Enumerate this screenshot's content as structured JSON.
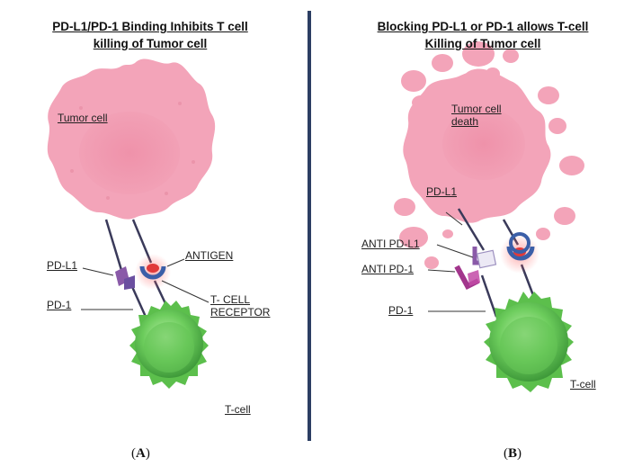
{
  "panel_a": {
    "title_line1": "PD-L1/PD-1 Binding Inhibits T cell",
    "title_line2": "killing of Tumor cell",
    "tumor_label": "Tumor cell",
    "pdl1_label": "PD-L1",
    "pd1_label": "PD-1",
    "antigen_label": "ANTIGEN",
    "tcr_label_line1": "T- CELL",
    "tcr_label_line2": "RECEPTOR",
    "tcell_label": "T-cell",
    "panel_letter": "A"
  },
  "panel_b": {
    "title_line1": "Blocking PD-L1 or PD-1 allows T-cell",
    "title_line2": "Killing of Tumor cell",
    "tumor_label_line1": "Tumor cell",
    "tumor_label_line2": "death",
    "pdl1_label": "PD-L1",
    "anti_pdl1_label": "ANTI PD-L1",
    "anti_pd1_label": "ANTI PD-1",
    "pd1_label": "PD-1",
    "tcell_label": "T-cell",
    "panel_letter": "B"
  },
  "colors": {
    "tumor": "#f3a4b9",
    "tumor_nucleus": "#ea8aa3",
    "tcell": "#6ccc5c",
    "divider": "#2c3e63",
    "receptor_purple": "#8a5aa8",
    "anti_pd1_magenta": "#a2358c",
    "antigen_red": "#e03a3a",
    "tcr_blue": "#3b5fa8"
  }
}
